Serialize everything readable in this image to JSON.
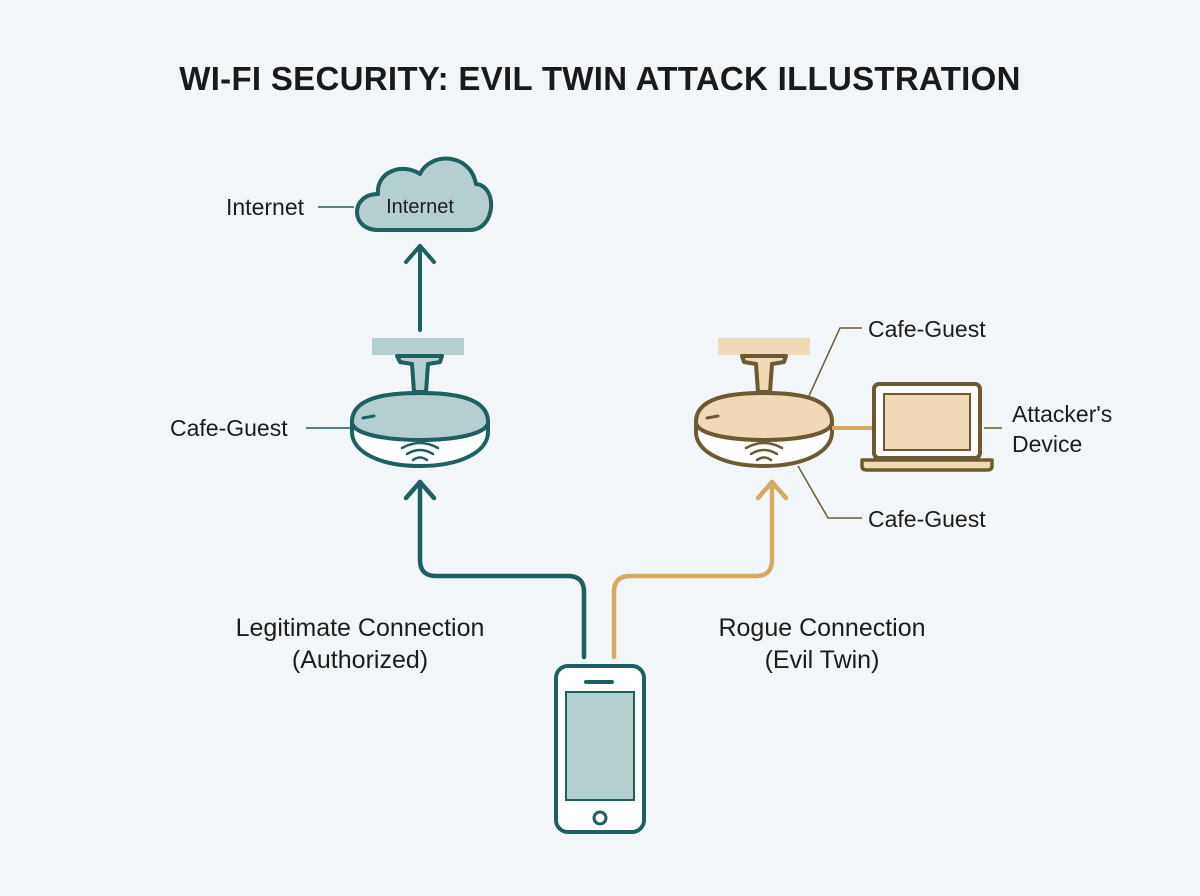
{
  "title": "WI-FI SECURITY: EVIL TWIN ATTACK ILLUSTRATION",
  "colors": {
    "background": "#f2f6f8",
    "legitimate": "#1e5f60",
    "legitimate_fill": "#b5cfd1",
    "rogue_stroke": "#6b5a33",
    "rogue_line": "#d2aa63",
    "rogue_fill": "#f0d9b5",
    "phone_screen": "#b5cfd1"
  },
  "internet": {
    "label": "Internet",
    "cloud_text": "Internet",
    "icon": "cloud-icon"
  },
  "legit_ap": {
    "label": "Cafe-Guest",
    "icon": "wifi-router-icon"
  },
  "rogue_ap": {
    "label_top": "Cafe-Guest",
    "label_bottom": "Cafe-Guest",
    "icon": "wifi-router-icon"
  },
  "attacker": {
    "line1": "Attacker's",
    "line2": "Device",
    "icon": "laptop-icon"
  },
  "legit_connection": {
    "line1": "Legitimate Connection",
    "line2": "(Authorized)"
  },
  "rogue_connection": {
    "line1": "Rogue Connection",
    "line2": "(Evil Twin)"
  },
  "phone": {
    "icon": "smartphone-icon"
  }
}
